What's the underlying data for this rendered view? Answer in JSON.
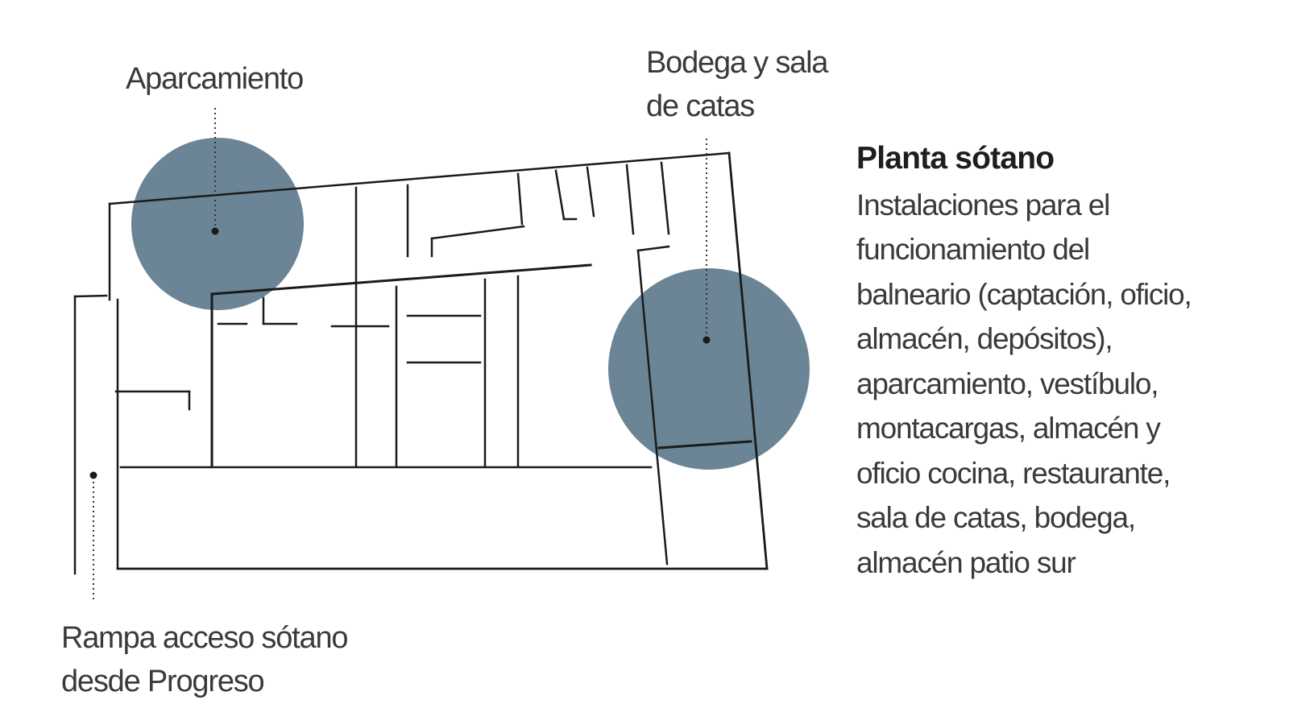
{
  "colors": {
    "highlight_circle": "#6b8597",
    "wall_line": "#1a1a1a",
    "text": "#3a3a3a",
    "title": "#1e1e1e"
  },
  "callouts": {
    "aparcamiento": "Aparcamiento",
    "bodega": "Bodega y sala\nde catas",
    "rampa": "Rampa acceso sótano\ndesde Progreso"
  },
  "info": {
    "title": "Planta sótano",
    "body_lines": [
      "Instalaciones para el",
      "funcionamiento del",
      "balneario (captación, oficio,",
      "almacén, depósitos),",
      "aparcamiento, vestíbulo,",
      "montacargas, almacén y",
      "oficio cocina, restaurante,",
      "sala de catas, bodega,",
      "almacén patio sur"
    ]
  }
}
